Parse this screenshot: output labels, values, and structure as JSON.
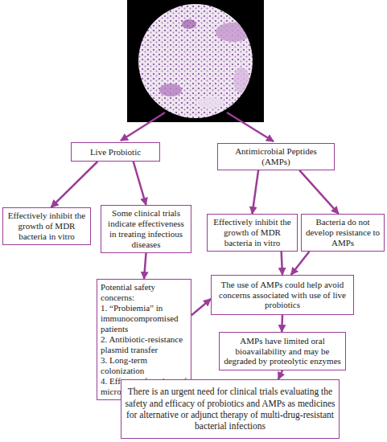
{
  "diagram": {
    "nodes": [
      {
        "text": [
          "Live Probiotic"
        ]
      },
      {
        "text": [
          "Antimicrobial Peptides (AMPs)"
        ]
      },
      {
        "text": [
          "Effectively inhibit the growth of MDR bacteria in vitro"
        ]
      },
      {
        "text": [
          "Some clinical trials indicate effectiveness in treating infectious diseases"
        ]
      },
      {
        "text": [
          "Effectively inhibit the growth of MDR bacteria in vitro"
        ]
      },
      {
        "text": [
          "Bacteria do not develop resistance to AMPs"
        ]
      },
      {
        "text": [
          "Potential safety concerns:",
          "1. “Probiemia” in immunocompromised patients",
          "2. Antibiotic-resistance plasmid transfer",
          "3. Long-term colonization",
          "4. Effect on functions of microbiome"
        ]
      },
      {
        "text": [
          "The use of AMPs could help avoid concerns associated with use of live probiotics"
        ]
      },
      {
        "text": [
          "AMPs have limited oral bioavailability and may be degraded by proteolytic enzymes"
        ]
      },
      {
        "text": [
          "There is an urgent need for clinical trials evaluating the safety and efficacy of probiotics and AMPs as medicines for alternative or adjunct therapy of multi-drug-resistant bacterial infections"
        ]
      }
    ],
    "edges": [
      {
        "from": 0,
        "to": 2,
        "arrow": "to"
      },
      {
        "from": 0,
        "to": 3,
        "arrow": "to"
      },
      {
        "from": 1,
        "to": 4,
        "arrow": "to"
      },
      {
        "from": 1,
        "to": 5,
        "arrow": "to"
      },
      {
        "from": 3,
        "to": 6,
        "arrow": "to"
      },
      {
        "from": 4,
        "to": 7,
        "arrow": "to"
      },
      {
        "from": 5,
        "to": 7,
        "arrow": "to"
      },
      {
        "from": 6,
        "to": 7,
        "arrow": "to"
      },
      {
        "from": 6,
        "to": 9,
        "arrow": "to"
      },
      {
        "from": 7,
        "to": 8,
        "arrow": "to"
      },
      {
        "from": 8,
        "to": 9,
        "arrow": "to"
      }
    ]
  }
}
